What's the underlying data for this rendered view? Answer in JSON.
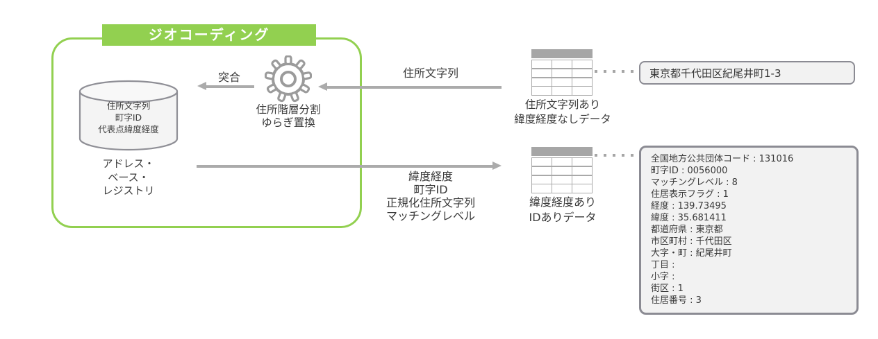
{
  "diagram": {
    "title": "ジオコーディング",
    "abr": {
      "db_line1": "住所文字列",
      "db_line2": "町字ID",
      "db_line3": "代表点緯度経度",
      "name_line1": "アドレス・",
      "name_line2": "ベース・",
      "name_line3": "レジストリ"
    },
    "process": {
      "match_label": "突合",
      "step_line1": "住所階層分割",
      "step_line2": "ゆらぎ置換"
    },
    "input": {
      "arrow_label": "住所文字列",
      "table_caption_line1": "住所文字列あり",
      "table_caption_line2": "緯度経度なしデータ",
      "sample_text": "東京都千代田区紀尾井町1-3"
    },
    "output": {
      "arrow_label_line1": "緯度経度",
      "arrow_label_line2": "町字ID",
      "arrow_label_line3": "正規化住所文字列",
      "arrow_label_line4": "マッチングレベル",
      "table_caption_line1": "緯度経度あり",
      "table_caption_line2": "IDありデータ",
      "record_lines": [
        "全国地方公共団体コード : 131016",
        "町字ID : 0056000",
        "マッチングレベル : 8",
        "住居表示フラグ : 1",
        "経度 : 139.73495",
        "緯度 : 35.681411",
        "都道府県 : 東京都",
        "市区町村 : 千代田区",
        "大字・町 : 紀尾井町",
        "丁目 :",
        "小字 :",
        "街区 : 1",
        "住居番号 : 3"
      ]
    },
    "colors": {
      "green": "#92d050",
      "arrow_gray": "#ababab",
      "box_border_gray": "#8b8b93",
      "panel_bg": "#f2f2f2",
      "table_header_gray": "#a6a6a6"
    }
  }
}
